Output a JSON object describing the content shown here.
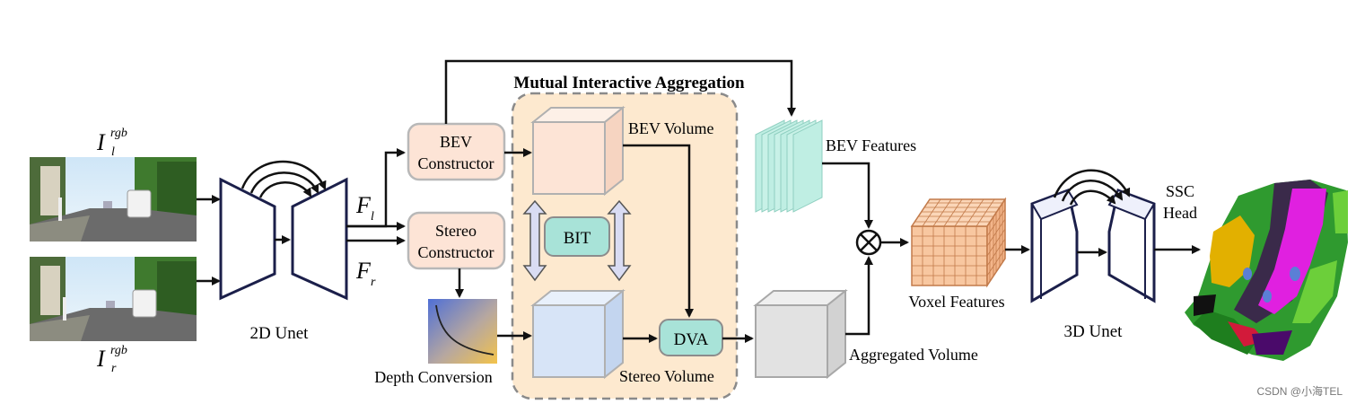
{
  "title": "Mutual Interactive Aggregation",
  "labels": {
    "il_base": "I",
    "il_sup": "rgb",
    "il_sub": "l",
    "ir_base": "I",
    "ir_sup": "rgb",
    "ir_sub": "r",
    "unet2d": "2D Unet",
    "fl_base": "F",
    "fl_sub": "l",
    "fr_base": "F",
    "fr_sub": "r",
    "bev_constructor_1": "BEV",
    "bev_constructor_2": "Constructor",
    "stereo_constructor_1": "Stereo",
    "stereo_constructor_2": "Constructor",
    "bev_volume": "BEV Volume",
    "bit": "BIT",
    "dva": "DVA",
    "stereo_volume": "Stereo Volume",
    "depth_conversion": "Depth Conversion",
    "bev_features": "BEV Features",
    "aggregated_volume": "Aggregated Volume",
    "voxel_features": "Voxel Features",
    "unet3d": "3D Unet",
    "ssc_head_1": "SSC",
    "ssc_head_2": "Head",
    "watermark": "CSDN @小海TEL"
  },
  "colors": {
    "bev": "#fde4d6",
    "stereo": "#d7e4f7",
    "bit": "#a8e3d8",
    "mia_bg": "#fde9cf",
    "bev_features": "#bfeee3",
    "voxel": "#f8c7a0",
    "aggregated": "#e2e2e2",
    "unet_edge": "#1b1f4a"
  }
}
